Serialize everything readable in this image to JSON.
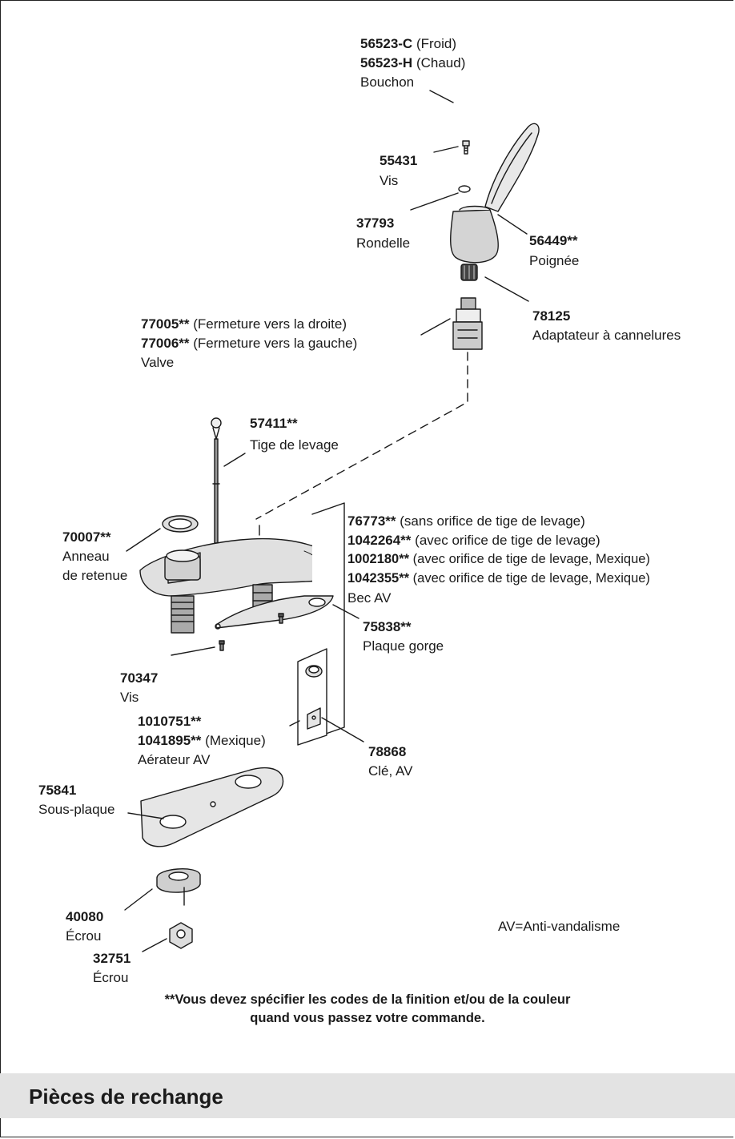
{
  "parts": {
    "bouchon": {
      "code_c": "56523-C",
      "suffix_c": "(Froid)",
      "code_h": "56523-H",
      "suffix_h": "(Chaud)",
      "name": "Bouchon"
    },
    "vis1": {
      "code": "55431",
      "name": "Vis"
    },
    "rondelle": {
      "code": "37793",
      "name": "Rondelle"
    },
    "poignee": {
      "code": "56449**",
      "name": "Poignée"
    },
    "adaptateur": {
      "code": "78125",
      "name": "Adaptateur à cannelures"
    },
    "valve": {
      "code1": "77005**",
      "suffix1": "(Fermeture vers la droite)",
      "code2": "77006**",
      "suffix2": "(Fermeture vers la gauche)",
      "name": "Valve"
    },
    "tige": {
      "code": "57411**",
      "name": "Tige de levage"
    },
    "anneau": {
      "code": "70007**",
      "name1": "Anneau",
      "name2": "de retenue"
    },
    "bec": {
      "lines": [
        {
          "code": "76773**",
          "suffix": "(sans orifice de tige de levage)"
        },
        {
          "code": "1042264**",
          "suffix": "(avec orifice de tige de levage)"
        },
        {
          "code": "1002180**",
          "suffix": "(avec orifice de tige de levage, Mexique)"
        },
        {
          "code": "1042355**",
          "suffix": "(avec orifice de tige de levage, Mexique)"
        }
      ],
      "name": "Bec AV"
    },
    "plaque_gorge": {
      "code": "75838**",
      "name": "Plaque gorge"
    },
    "vis2": {
      "code": "70347",
      "name": "Vis"
    },
    "aerateur": {
      "code1": "1010751**",
      "code2": "1041895**",
      "suffix2": "(Mexique)",
      "name": "Aérateur AV"
    },
    "cle": {
      "code": "78868",
      "name": "Clé, AV"
    },
    "sous_plaque": {
      "code": "75841",
      "name": "Sous-plaque"
    },
    "ecrou1": {
      "code": "40080",
      "name": "Écrou"
    },
    "ecrou2": {
      "code": "32751",
      "name": "Écrou"
    }
  },
  "legend": "AV=Anti-vandalisme",
  "note_line1": "**Vous devez spécifier les codes de la finition et/ou de la couleur",
  "note_line2": "quand vous passez votre commande.",
  "section_title": "Pièces de rechange"
}
